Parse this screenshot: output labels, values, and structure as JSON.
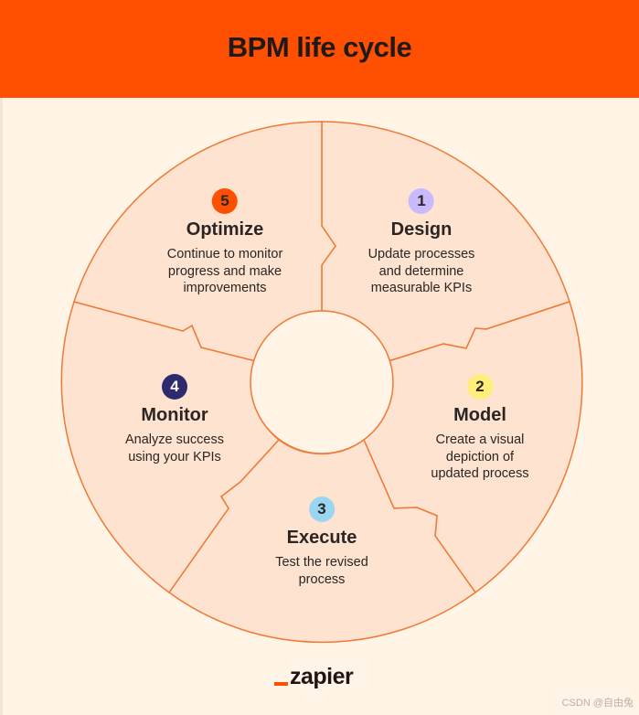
{
  "title": "BPM life cycle",
  "steps": [
    {
      "number": "1",
      "title": "Design",
      "description": "Update processes\nand determine\nmeasurable KPIs",
      "badge_color": "#c9b9ff",
      "number_color": "#2b2523"
    },
    {
      "number": "2",
      "title": "Model",
      "description": "Create a visual\ndepiction of\nupdated process",
      "badge_color": "#ffef7a",
      "number_color": "#2b2523"
    },
    {
      "number": "3",
      "title": "Execute",
      "description": "Test the revised\nprocess",
      "badge_color": "#9ad6f2",
      "number_color": "#2b2523"
    },
    {
      "number": "4",
      "title": "Monitor",
      "description": "Analyze success\nusing your KPIs",
      "badge_color": "#2d2a6e",
      "number_color": "#ffffff"
    },
    {
      "number": "5",
      "title": "Optimize",
      "description": "Continue to monitor\nprogress and make\nimprovements",
      "badge_color": "#ff4f00",
      "number_color": "#2b2523"
    }
  ],
  "brand": "zapier",
  "watermark": "CSDN @自由兔",
  "colors": {
    "header_bg": "#ff4f00",
    "page_bg": "#fff4e6",
    "segment_fill": "#fde3d0",
    "segment_stroke": "#f07a35"
  }
}
